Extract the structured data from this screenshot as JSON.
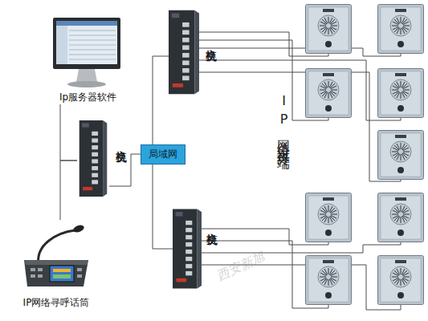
{
  "diagram": {
    "nodes": [
      {
        "text": [
          "Ip服务器软件"
        ]
      },
      {
        "text": [
          "交换机"
        ]
      },
      {
        "text": [
          "局域网"
        ]
      },
      {
        "text": [
          "交换机"
        ]
      },
      {
        "text": [
          "交换机"
        ]
      },
      {
        "text": [
          "IP网络寻呼话筒"
        ]
      }
    ],
    "edges": [
      {
        "from": 0,
        "to": 1,
        "arrow": "none"
      },
      {
        "from": 1,
        "to": 5,
        "arrow": "none"
      },
      {
        "from": 1,
        "to": 2,
        "arrow": "none"
      },
      {
        "from": 2,
        "to": 3,
        "arrow": "none"
      },
      {
        "from": 2,
        "to": 4,
        "arrow": "none"
      }
    ],
    "labels": [
      "IP网络对讲终端",
      "西安新旭"
    ]
  }
}
